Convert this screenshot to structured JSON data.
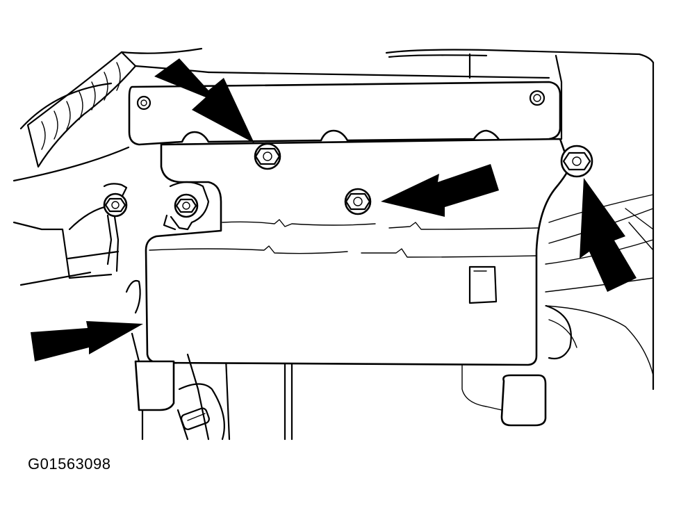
{
  "figure": {
    "code": "G01563098",
    "colors": {
      "line": "#000000",
      "background": "#ffffff",
      "arrow": "#000000"
    },
    "callouts": [
      {
        "icon": "arrow-icon",
        "target": "upper-left-bolt"
      },
      {
        "icon": "arrow-icon",
        "target": "center-bolt"
      },
      {
        "icon": "arrow-icon",
        "target": "upper-right-bolt"
      },
      {
        "icon": "arrow-icon",
        "target": "bracket-left-edge"
      }
    ]
  }
}
